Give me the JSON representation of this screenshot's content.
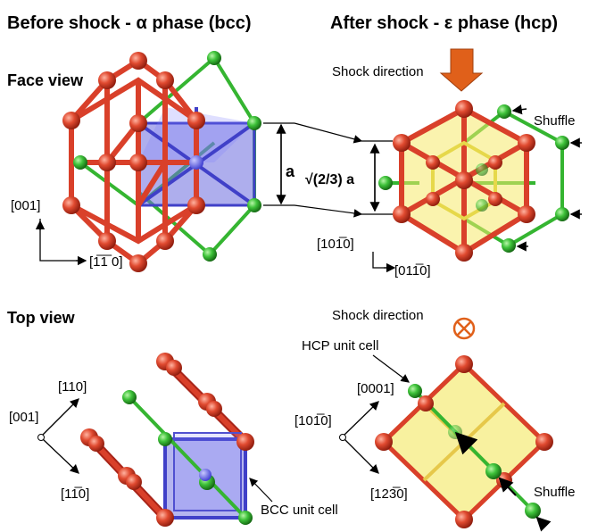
{
  "titles": {
    "before": "Before shock - α phase (bcc)",
    "after": "After shock - ε phase (hcp)"
  },
  "face_view": {
    "label": "Face view",
    "shock_direction": "Shock direction",
    "shuffle": "Shuffle",
    "lattice_a": "a",
    "hcp_spacing": "√(2/3) a",
    "bcc_axis_vertical": "[001]",
    "bcc_axis_horizontal": "[1̅1̅ 0]",
    "hcp_axis_vertical": "[101̅0]",
    "hcp_axis_horizontal": "[011̅0]"
  },
  "top_view": {
    "label": "Top view",
    "shock_direction": "Shock direction",
    "hcp_unit_cell": "HCP unit cell",
    "bcc_unit_cell": "BCC unit cell",
    "shuffle": "Shuffle",
    "bcc_axis_center": "[001]",
    "bcc_axis_up": "[110]",
    "bcc_axis_down": "[11̅0]",
    "hcp_axis_center": "[101̅0]",
    "hcp_axis_up": "[0001]",
    "hcp_axis_down": "[123̅0]"
  },
  "colors": {
    "red_atom": "#d9402a",
    "green_atom": "#35b531",
    "blue_cell": "#6b6bdf",
    "yellow_cell": "#f5e96b",
    "arrow_orange": "#e0601a"
  }
}
